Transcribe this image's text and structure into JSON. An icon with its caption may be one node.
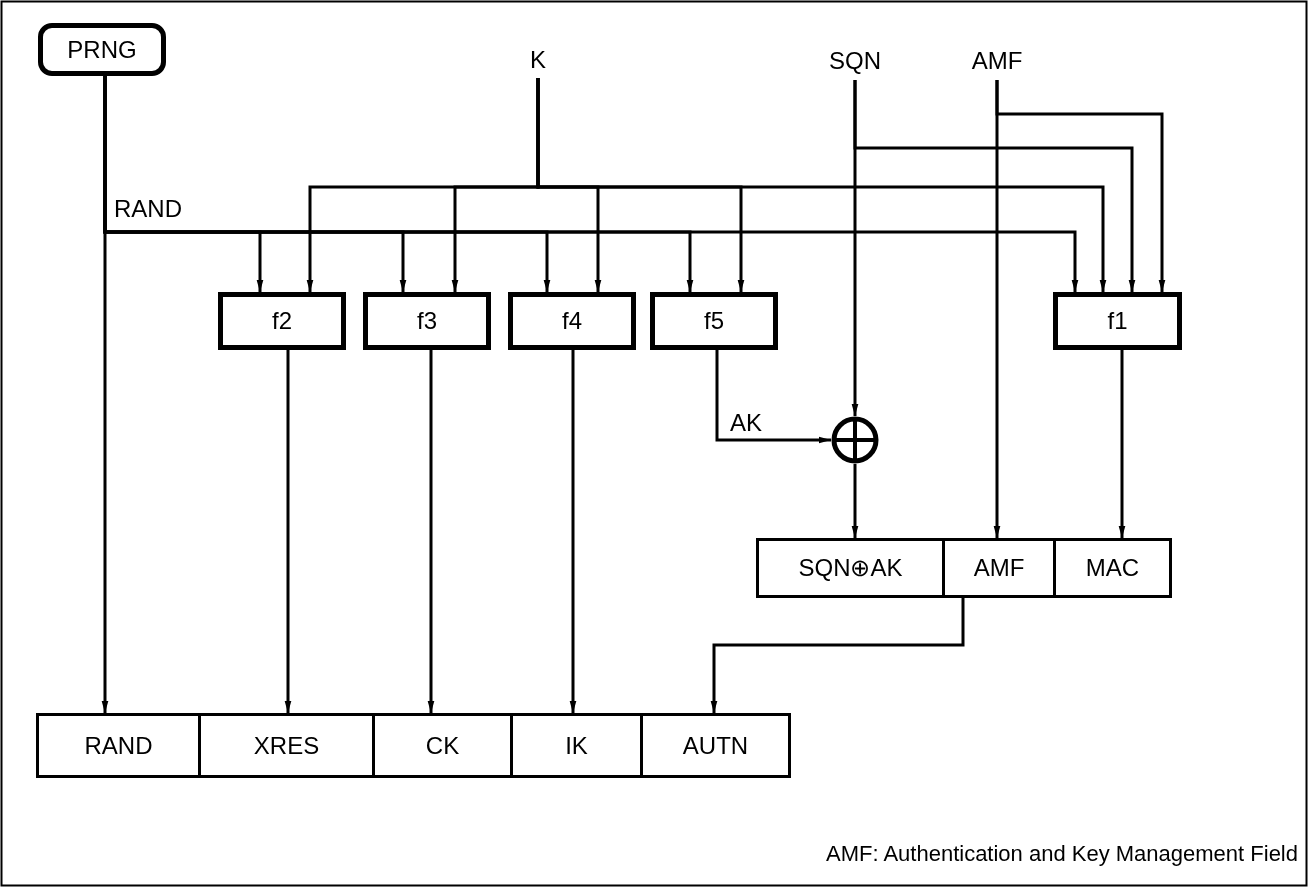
{
  "diagram": {
    "nodes": [
      {
        "text": [
          "PRNG"
        ]
      },
      {
        "text": [
          "K"
        ]
      },
      {
        "text": [
          "SQN"
        ]
      },
      {
        "text": [
          "AMF"
        ]
      },
      {
        "text": [
          "f2"
        ]
      },
      {
        "text": [
          "f3"
        ]
      },
      {
        "text": [
          "f4"
        ]
      },
      {
        "text": [
          "f5"
        ]
      },
      {
        "text": [
          "f1"
        ]
      },
      {
        "text": [],
        "shape": "circle"
      },
      {
        "text": [
          "SQN⊕AK"
        ]
      },
      {
        "text": [
          "AMF"
        ]
      },
      {
        "text": [
          "MAC"
        ]
      },
      {
        "text": [
          "RAND"
        ]
      },
      {
        "text": [
          "XRES"
        ]
      },
      {
        "text": [
          "CK"
        ]
      },
      {
        "text": [
          "IK"
        ]
      },
      {
        "text": [
          "AUTN"
        ]
      }
    ],
    "edges": [
      {
        "from": 0,
        "to": 13,
        "arrow": "to"
      },
      {
        "from": 0,
        "to": 4,
        "arrow": "to"
      },
      {
        "from": 0,
        "to": 5,
        "arrow": "to"
      },
      {
        "from": 0,
        "to": 6,
        "arrow": "to"
      },
      {
        "from": 0,
        "to": 7,
        "arrow": "to"
      },
      {
        "from": 0,
        "to": 8,
        "arrow": "to"
      },
      {
        "from": 1,
        "to": 4,
        "arrow": "to"
      },
      {
        "from": 1,
        "to": 5,
        "arrow": "to"
      },
      {
        "from": 1,
        "to": 6,
        "arrow": "to"
      },
      {
        "from": 1,
        "to": 7,
        "arrow": "to"
      },
      {
        "from": 1,
        "to": 8,
        "arrow": "to"
      },
      {
        "from": 2,
        "to": 9,
        "arrow": "to"
      },
      {
        "from": 2,
        "to": 8,
        "arrow": "to"
      },
      {
        "from": 3,
        "to": 11,
        "arrow": "to"
      },
      {
        "from": 3,
        "to": 8,
        "arrow": "to"
      },
      {
        "from": 7,
        "to": 9,
        "label": "AK",
        "arrow": "to"
      },
      {
        "from": 9,
        "to": 10,
        "arrow": "to"
      },
      {
        "from": 8,
        "to": 12,
        "arrow": "to"
      },
      {
        "from": 4,
        "to": 14,
        "arrow": "to"
      },
      {
        "from": 5,
        "to": 15,
        "arrow": "to"
      },
      {
        "from": 6,
        "to": 16,
        "arrow": "to"
      },
      {
        "from": 11,
        "to": 17,
        "arrow": "to"
      }
    ],
    "labels": [
      "RAND",
      "AMF: Authentication and Key Management Field"
    ]
  }
}
